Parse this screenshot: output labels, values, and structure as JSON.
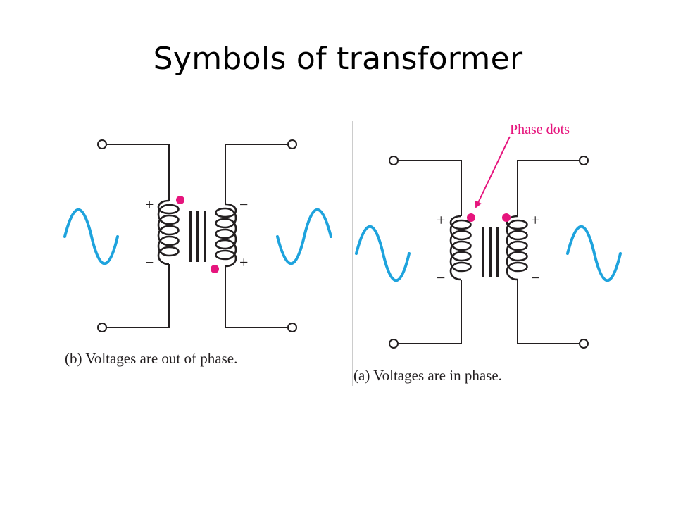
{
  "title": "Symbols of transformer",
  "colors": {
    "wave": "#1ea3dd",
    "phase_dot": "#e6157d",
    "line": "#231f20"
  },
  "panel_b": {
    "caption": "(b) Voltages are out of phase.",
    "primary_top_sign": "+",
    "primary_bottom_sign": "−",
    "secondary_top_sign": "−",
    "secondary_bottom_sign": "+"
  },
  "panel_a": {
    "caption": "(a) Voltages are in phase.",
    "annotation": "Phase dots",
    "primary_top_sign": "+",
    "primary_bottom_sign": "−",
    "secondary_top_sign": "+",
    "secondary_bottom_sign": "−"
  }
}
